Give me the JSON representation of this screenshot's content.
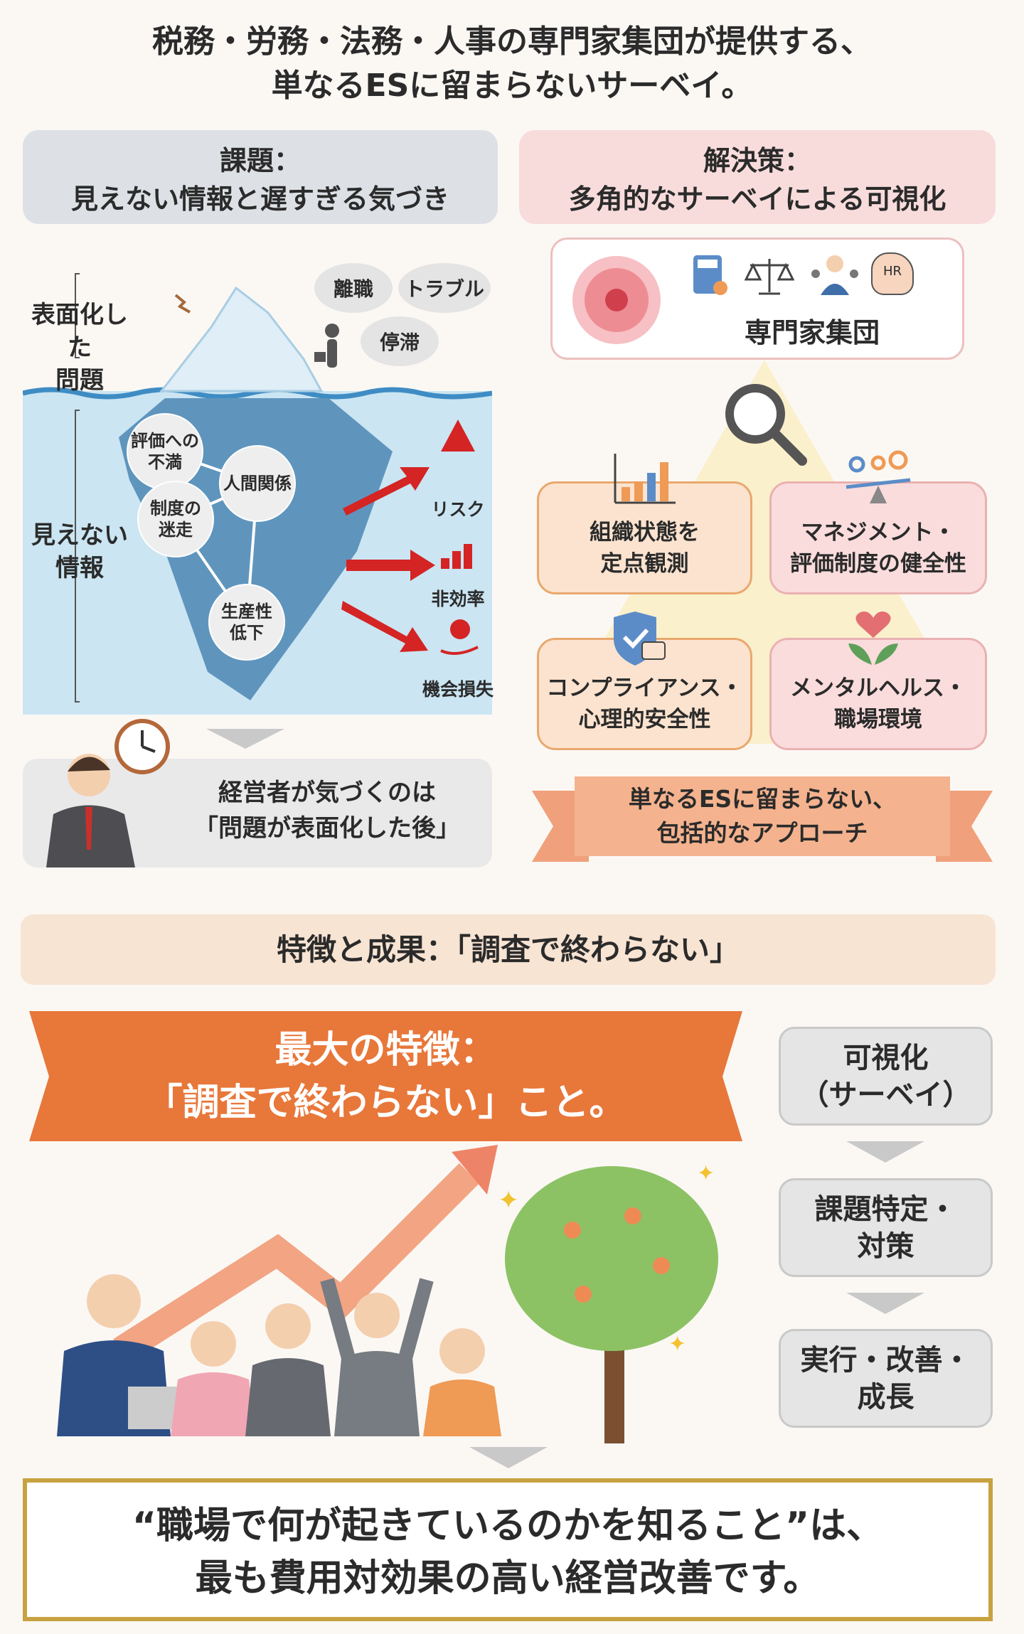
{
  "title": {
    "line1": "税務・労務・法務・人事の専門家集団が提供する、",
    "line2": "単なるESに留まらないサーベイ。"
  },
  "problem": {
    "header1": "課題：",
    "header2": "見えない情報と遅すぎる気づき",
    "surface_label1": "表面化した",
    "surface_label2": "問題",
    "hidden_label1": "見えない",
    "hidden_label2": "情報",
    "bubbles": [
      "離職",
      "トラブル",
      "停滞"
    ],
    "nodes": [
      {
        "l1": "評価への",
        "l2": "不満"
      },
      {
        "l1": "人間関係",
        "l2": ""
      },
      {
        "l1": "制度の",
        "l2": "迷走"
      },
      {
        "l1": "生産性",
        "l2": "低下"
      }
    ],
    "outcomes": [
      "リスク",
      "非効率",
      "機会損失"
    ],
    "manager1": "経営者が気づくのは",
    "manager2": "「問題が表面化した後」"
  },
  "solution": {
    "header1": "解決策：",
    "header2": "多角的なサーベイによる可視化",
    "expert_label": "専門家集団",
    "hr_text": "HR",
    "cards": [
      {
        "l1": "組織状態を",
        "l2": "定点観測"
      },
      {
        "l1": "マネジメント・",
        "l2": "評価制度の健全性"
      },
      {
        "l1": "コンプライアンス・",
        "l2": "心理的安全性"
      },
      {
        "l1": "メンタルヘルス・",
        "l2": "職場環境"
      }
    ],
    "ribbon1": "単なるESに留まらない、",
    "ribbon2": "包括的なアプローチ"
  },
  "features": {
    "section_title": "特徴と成果：「調査で終わらない」",
    "banner1": "最大の特徴：",
    "banner2": "「調査で終わらない」こと。",
    "flow": [
      {
        "l1": "可視化",
        "l2": "（サーベイ）"
      },
      {
        "l1": "課題特定・",
        "l2": "対策"
      },
      {
        "l1": "実行・改善・",
        "l2": "成長"
      }
    ]
  },
  "conclusion": {
    "line1": "“職場で何が起きているのかを知ること”は、",
    "line2": "最も費用対効果の高い経営改善です。"
  },
  "colors": {
    "accent_orange": "#e8773a",
    "water": "#cbe5f2",
    "iceberg": "#5f95bd",
    "red": "#d42424",
    "gold": "#c8a240"
  }
}
